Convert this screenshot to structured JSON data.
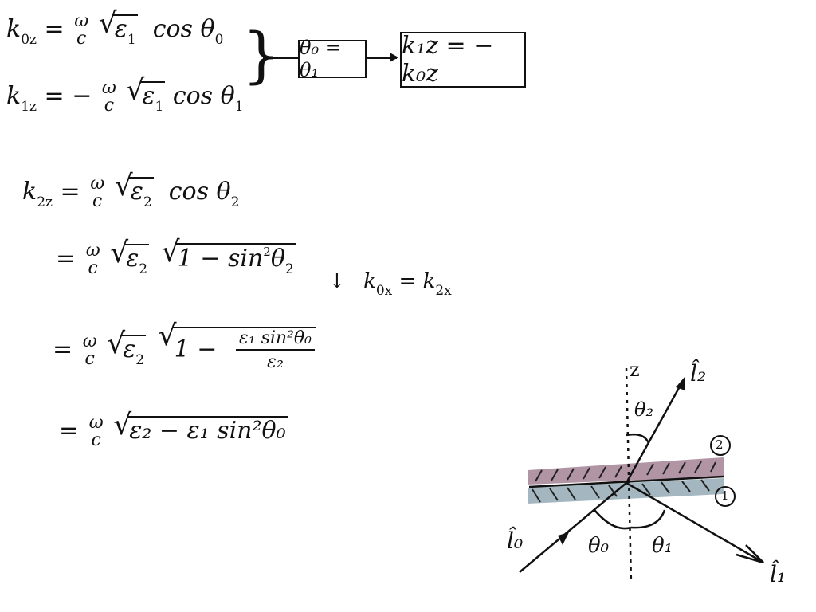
{
  "page": {
    "type": "handwritten-notes",
    "background": "#ffffff",
    "ink_color": "#111111"
  },
  "equations": {
    "k0z": {
      "lhs": "k",
      "lhs_sub": "0z",
      "eq": "=",
      "frac_num": "ω",
      "frac_den": "c",
      "sqrt": "ε",
      "sqrt_sub": "1",
      "tail": "cos θ",
      "tail_sub": "0"
    },
    "k1z": {
      "lhs": "k",
      "lhs_sub": "1z",
      "eq": "= −",
      "frac_num": "ω",
      "frac_den": "c",
      "sqrt": "ε",
      "sqrt_sub": "1",
      "tail": "cos θ",
      "tail_sub": "1"
    },
    "brace": "}",
    "box1": {
      "text": "θ₀ = θ₁"
    },
    "box2": {
      "text": "k₁z = − k₀z"
    },
    "k2z_line1": {
      "lhs": "k",
      "lhs_sub": "2z",
      "eq": "=",
      "frac_num": "ω",
      "frac_den": "c",
      "sqrt": "ε",
      "sqrt_sub": "2",
      "tail": "cos θ",
      "tail_sub": "2"
    },
    "k2z_line2": {
      "eq": "=",
      "frac_num": "ω",
      "frac_den": "c",
      "sqrt": "ε",
      "sqrt_sub": "2",
      "sqrt2": "1 − sin",
      "sqrt2_sup": "2",
      "sqrt2_tail": "θ",
      "sqrt2_tail_sub": "2"
    },
    "k2z_line3": {
      "eq": "=",
      "frac_num": "ω",
      "frac_den": "c",
      "sqrt": "ε",
      "sqrt_sub": "2",
      "sqrt2": "1 −",
      "inner_num": "ε₁ sin²θ₀",
      "inner_den": "ε₂"
    },
    "k2z_line4": {
      "eq": "=",
      "frac_num": "ω",
      "frac_den": "c",
      "sqrt": "ε₂ − ε₁ sin²θ₀"
    },
    "side_note": {
      "arrow": "↓",
      "text_lhs": "k",
      "lhs_sub": "0x",
      "eq": "=",
      "text_rhs": "k",
      "rhs_sub": "2x"
    }
  },
  "diagram": {
    "z_axis_label": "z",
    "medium_top_label": "2",
    "medium_bottom_label": "1",
    "medium_top_color": "#a98a9a",
    "medium_bottom_color": "#9fb3bd",
    "incident_label": "l̂₀",
    "reflected_label": "l̂₁",
    "transmitted_label": "l̂₂",
    "angle_incident": "θ₀",
    "angle_reflected": "θ₁",
    "angle_transmitted": "θ₂"
  }
}
